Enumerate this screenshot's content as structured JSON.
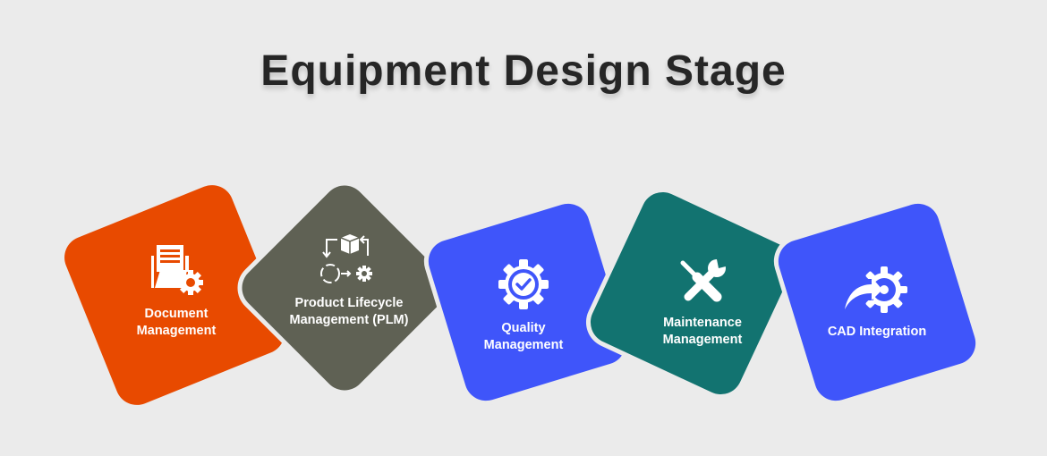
{
  "title": "Equipment Design Stage",
  "colors": {
    "background": "#ebebeb",
    "title": "#262626",
    "orange": "#e84a00",
    "gray": "#5f6154",
    "blue": "#3f55fa",
    "teal": "#127370"
  },
  "stages": [
    {
      "label": "Document\nManagement",
      "icon": "document-folder-gear-icon",
      "color": "#e84a00"
    },
    {
      "label": "Product Lifecycle\nManagement (PLM)",
      "icon": "lifecycle-cycle-icon",
      "color": "#5f6154"
    },
    {
      "label": "Quality\nManagement",
      "icon": "gear-checkmark-icon",
      "color": "#3f55fa"
    },
    {
      "label": "Maintenance\nManagement",
      "icon": "wrench-screwdriver-icon",
      "color": "#127370"
    },
    {
      "label": "CAD Integration",
      "icon": "arrow-gear-icon",
      "color": "#3f55fa"
    }
  ]
}
